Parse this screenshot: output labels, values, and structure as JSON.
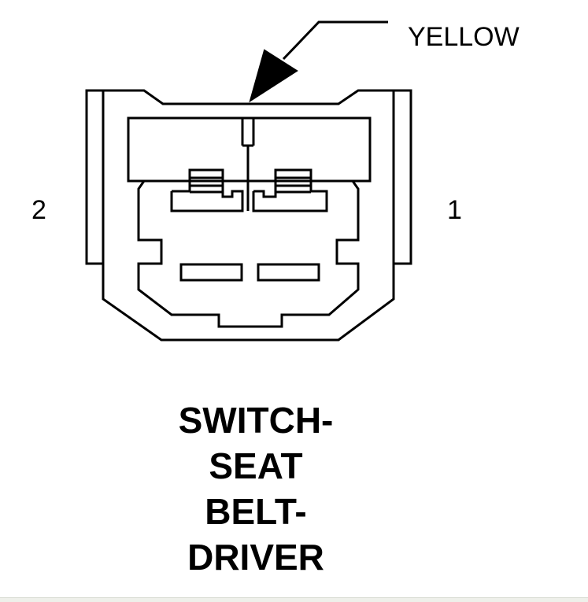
{
  "diagram": {
    "wire_color_label": "YELLOW",
    "pins": [
      {
        "label": "2"
      },
      {
        "label": "1"
      }
    ],
    "title_lines": [
      "SWITCH-",
      "SEAT",
      "BELT-",
      "DRIVER"
    ]
  },
  "colors": {
    "line": "#000000",
    "background": "#ffffff"
  }
}
